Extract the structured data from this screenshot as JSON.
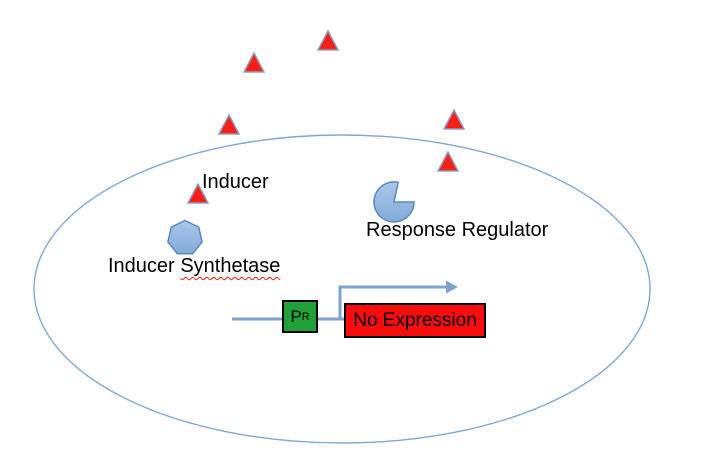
{
  "cell": {
    "membrane_color": "#7fa8d4"
  },
  "molecules": {
    "inducer": {
      "label": "Inducer",
      "icon": "red-triangle-icon",
      "triangle_count": 6,
      "fill": "#f9201a",
      "stroke": "#8d9dbb"
    },
    "inducer_synthetase": {
      "label_word1": "Inducer",
      "label_word2": "Synthetase",
      "icon": "blue-heptagon-icon",
      "stroke": "#5b88be"
    },
    "response_regulator": {
      "label": "Response Regulator",
      "icon": "blue-pacman-icon",
      "stroke": "#5b88be"
    }
  },
  "gene": {
    "promoter": {
      "label": "P",
      "subscript": "R",
      "fill": "#21a038"
    },
    "expression": {
      "label": "No Expression",
      "fill": "#fb0d0d"
    },
    "dna_color": "#7da2cc"
  }
}
